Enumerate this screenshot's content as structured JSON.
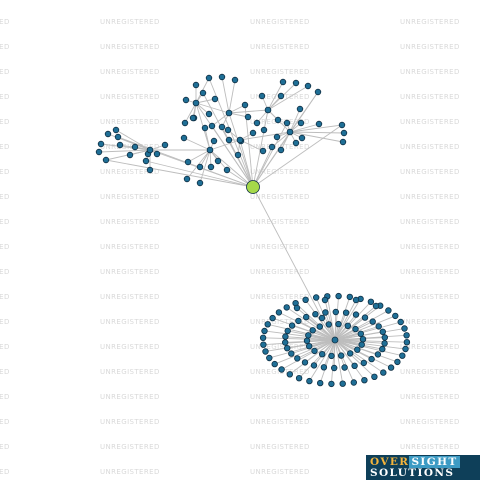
{
  "watermark": {
    "text": "UNREGISTERED"
  },
  "logo": {
    "line1_a": "OVER",
    "line1_b": "SIGHT",
    "line2": "SOLUTIONS"
  },
  "colors": {
    "edge": "#bdbdbd",
    "node_fill": "#1f6f96",
    "node_stroke": "#0f2f44",
    "center_fill": "#a5d94a",
    "watermark": "#d9d9d9",
    "logo_bg": "#0e3f59",
    "logo_accent": "#f5b43b",
    "logo_highlight": "#3d9bc4"
  },
  "graph": {
    "center_node": "central-entity",
    "clusters": [
      {
        "name": "upper-cluster",
        "node_count": 68
      },
      {
        "name": "lower-cluster",
        "node_count": 95
      }
    ]
  }
}
